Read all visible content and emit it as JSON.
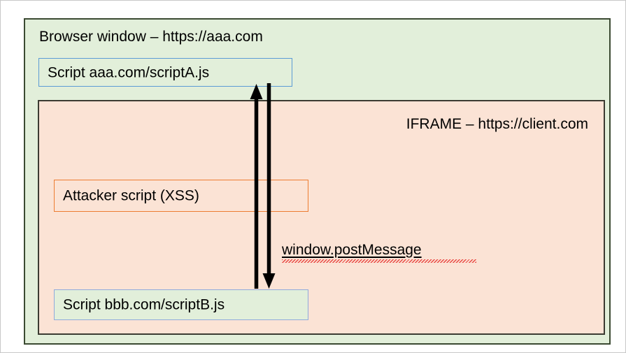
{
  "diagram": {
    "title_text": "Browser window – https://aaa.com",
    "browser_window": {
      "label": "Browser window – https://aaa.com",
      "fill": "#e2efda",
      "border": "#3b4a32"
    },
    "script_a": {
      "label": "Script aaa.com/scriptA.js",
      "fill": "#e2efda",
      "border": "#5b9bd5"
    },
    "iframe": {
      "label": "IFRAME – https://client.com",
      "fill": "#fbe3d5",
      "border": "#3b3b32"
    },
    "attacker": {
      "label": "Attacker script (XSS)",
      "fill": "#fbe3d5",
      "border": "#ed7d31"
    },
    "script_b": {
      "label": "Script bbb.com/scriptB.js",
      "fill": "#e2efda",
      "border": "#8faadc"
    },
    "message_channel": {
      "label": "window.postMessage",
      "spellcheck_underline": true,
      "underline_color": "#e8413c",
      "arrow_color": "#000000",
      "arrow_up_name": "arrow-up-to-script-a",
      "arrow_down_name": "arrow-down-to-script-b"
    }
  }
}
